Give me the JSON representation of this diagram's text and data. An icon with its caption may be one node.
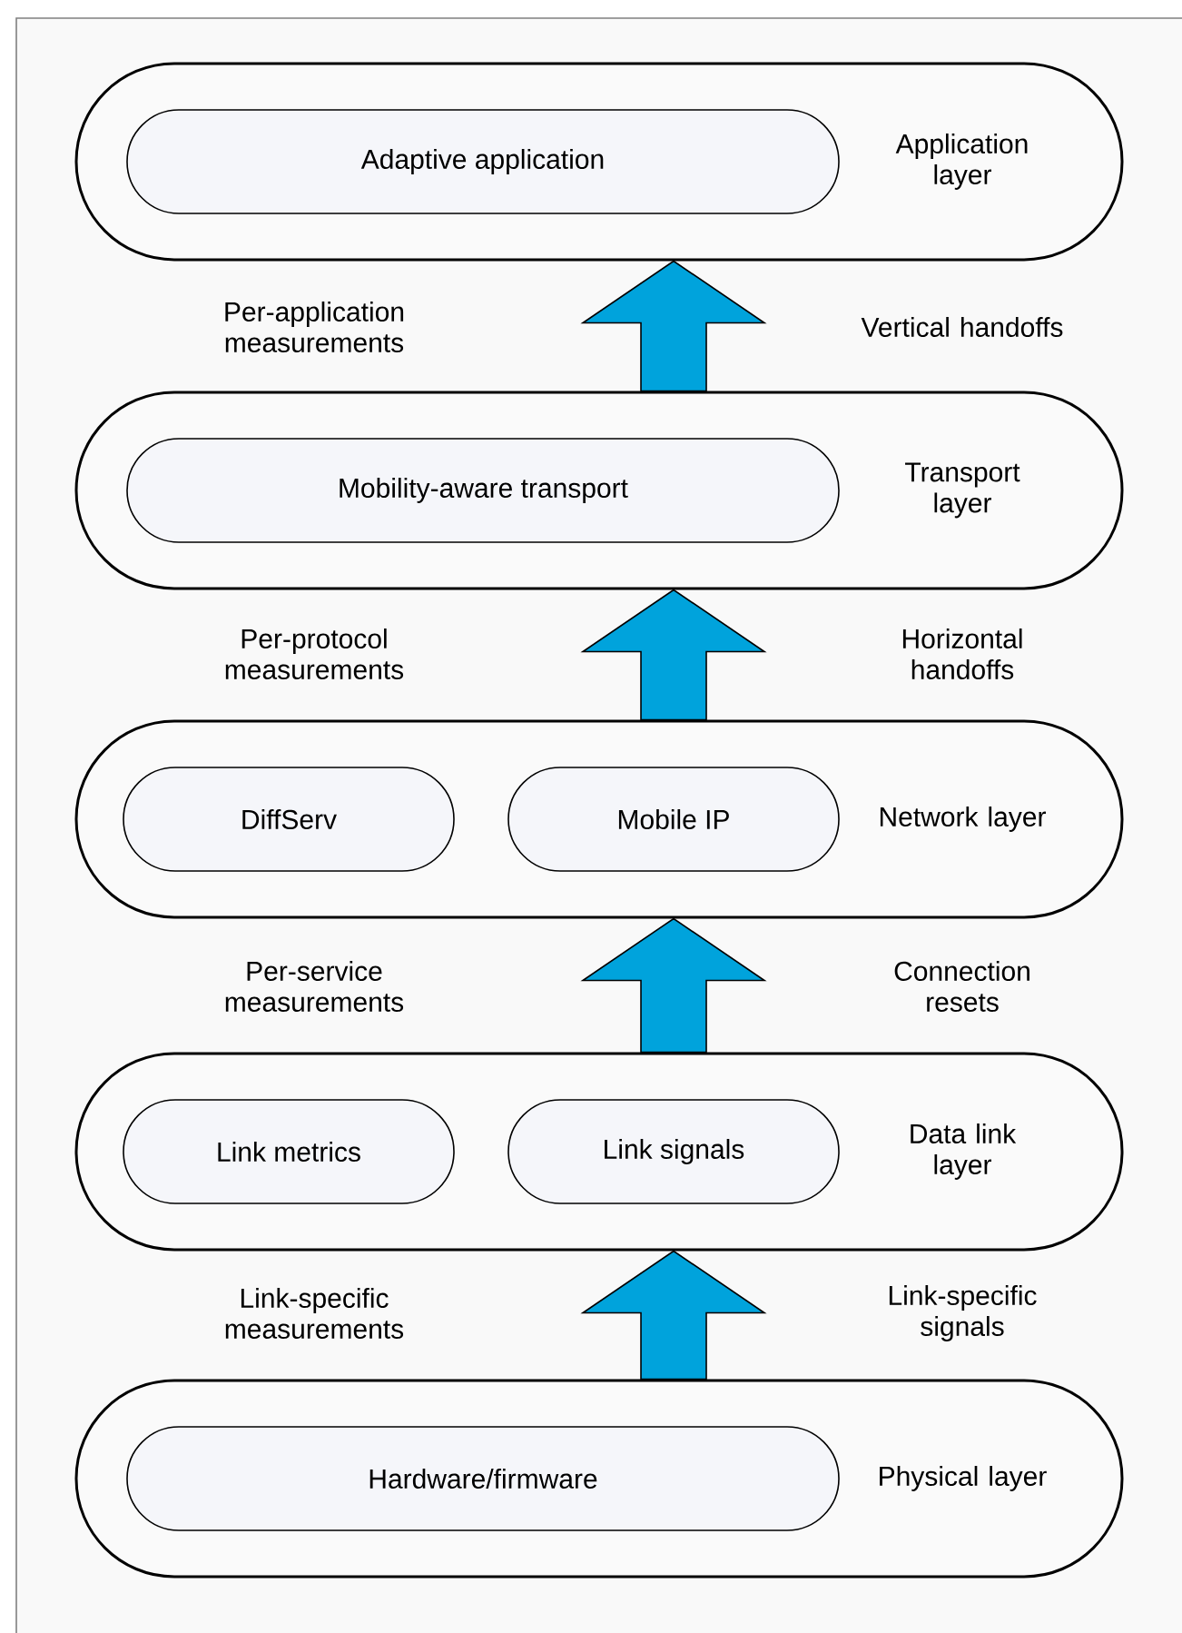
{
  "diagram": {
    "nodes": [
      {
        "text": [
          "Application layer"
        ]
      },
      {
        "text": [
          "Adaptive application"
        ],
        "in": 0
      },
      {
        "text": [
          "Transport layer"
        ]
      },
      {
        "text": [
          "Mobility-aware transport"
        ],
        "in": 2
      },
      {
        "text": [
          "Network layer"
        ]
      },
      {
        "text": [
          "DiffServ"
        ],
        "in": 4
      },
      {
        "text": [
          "Mobile IP"
        ],
        "in": 4
      },
      {
        "text": [
          "Data link layer"
        ]
      },
      {
        "text": [
          "Link metrics"
        ],
        "in": 7
      },
      {
        "text": [
          "Link signals"
        ],
        "in": 7
      },
      {
        "text": [
          "Physical layer"
        ]
      },
      {
        "text": [
          "Hardware/firmware"
        ],
        "in": 10
      }
    ],
    "edges": [
      {
        "from": 10,
        "to": 7,
        "arrow": "to"
      },
      {
        "from": 7,
        "to": 4,
        "arrow": "to"
      },
      {
        "from": 4,
        "to": 2,
        "arrow": "to"
      },
      {
        "from": 2,
        "to": 0,
        "arrow": "to"
      }
    ],
    "labels": [
      "Per-application measurements",
      "Vertical handoffs",
      "Per-protocol measurements",
      "Horizontal handoffs",
      "Per-service measurements",
      "Connection resets",
      "Link-specific measurements",
      "Link-specific signals"
    ]
  }
}
